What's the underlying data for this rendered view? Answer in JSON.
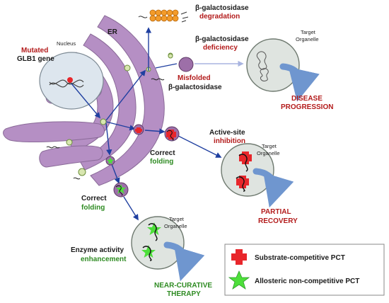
{
  "labels": {
    "nucleus": "Nucleus",
    "er": "ER",
    "mutated": "Mutated",
    "glb1": "GLB1 gene",
    "bgal_degradation_1": "β-galactosidase",
    "bgal_degradation_2": "degradation",
    "bgal_deficiency_1": "β-galactosidase",
    "bgal_deficiency_2": "deficiency",
    "misfolded_1": "Misfolded",
    "misfolded_2": "β-galactosidase",
    "target_organelle_1": "Target",
    "target_organelle_2": "Organelle",
    "disease_1": "DISEASE",
    "disease_2": "PROGRESSION",
    "active_site_1": "Active-site",
    "active_site_2": "inhibition",
    "correct_folding_1a": "Correct",
    "correct_folding_1b": "folding",
    "correct_folding_2a": "Correct",
    "correct_folding_2b": "folding",
    "partial_1": "PARTIAL",
    "partial_2": "RECOVERY",
    "enzyme_1": "Enzyme activity",
    "enzyme_2": "enhancement",
    "near_1": "NEAR-CURATIVE",
    "near_2": "THERAPY"
  },
  "legend": {
    "items": [
      {
        "label": "Substrate-competitive PCT",
        "icon": "red-cross-icon"
      },
      {
        "label": "Allosteric non-competitive PCT",
        "icon": "green-star-icon"
      }
    ]
  },
  "colors": {
    "er": "#b58fc4",
    "er_stroke": "#8a6a98",
    "nucleus": "#dde6ee",
    "organelle": "#dfe4e0",
    "arrow": "#1f3fa0",
    "red": "#b31b1b",
    "green": "#2e8b22",
    "pct_red": "#e8262b",
    "pct_green": "#4ddf3a"
  }
}
